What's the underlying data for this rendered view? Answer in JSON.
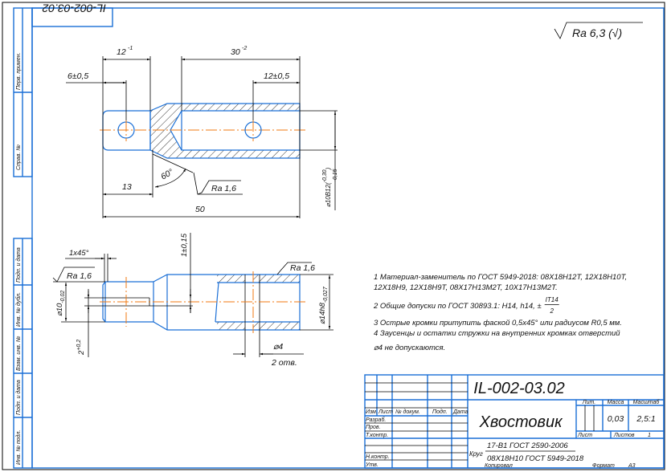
{
  "drawing": {
    "code_rotated": "IL-002-03.02",
    "roughness_general": "Ra 6,3 (√)",
    "side_strip": [
      "Перв. примен.",
      "Справ. №",
      "Подп. и дата",
      "Инв. № дубл.",
      "Взам. инв. №",
      "Подп. и дата",
      "Инв. № подл."
    ]
  },
  "top_view": {
    "dim_12": "12",
    "dim_12_tol": "-1",
    "dim_30": "30",
    "dim_30_tol": "-2",
    "dim_6": "6±0,5",
    "dim_12b": "12±0,5",
    "dim_13": "13",
    "dim_50": "50",
    "angle": "60°",
    "roughness": "Ra 1,6",
    "diameter": "⌀10В12(",
    "diameter_tol_upper": "-0,30",
    "diameter_tol_lower": "-0,15",
    "diameter_close": ")"
  },
  "bottom_view": {
    "chamfer": "1x45°",
    "roughness_left": "Ra 1,6",
    "roughness_right": "Ra 1,6",
    "dia_10": "⌀10",
    "dia_10_tol": "-0,02",
    "slot": "2",
    "slot_tol": "+0,2",
    "offset": "1±0,15",
    "dia_14": "⌀14h8",
    "dia_14_tol": "-0,027",
    "hole": "⌀4",
    "hole_count": "2 отв."
  },
  "notes": [
    "1 Материал-заменитель по ГОСТ 5949-2018: 08Х18Н12Т, 12Х18Н10Т,",
    "12Х18Н9, 12Х18Н9Т, 08Х17Н13М2Т, 10Х17Н13М2Т.",
    "2 Общие допуски по ГОСТ 30893.1: H14, h14, ±",
    "IT14",
    "2",
    "3 Острые кромки притупить фаской 0,5х45° или радиусом R0,5 мм.",
    "4 Заусенцы и остатки стружки на внутренних кромках отверстий",
    "⌀4 не допускаются."
  ],
  "title_block": {
    "designation": "IL-002-03.02",
    "name": "Хвостовик",
    "headers": [
      "Изм.",
      "Лист",
      "№ докум.",
      "Подп.",
      "Дата"
    ],
    "roles": [
      "Разраб.",
      "Пров.",
      "Т.контр.",
      "Н.контр.",
      "Утв."
    ],
    "lit_label": "Лит.",
    "mass_label": "Масса",
    "scale_label": "Масштаб",
    "mass": "0,03",
    "scale": "2,5:1",
    "sheet_label": "Лист",
    "sheets_label": "Листов",
    "sheets": "1",
    "material_prefix": "Круг",
    "material_top": "17-В1 ГОСТ 2590-2006",
    "material_bottom": "08Х18Н10 ГОСТ 5949-2018",
    "copied": "Копировал",
    "format_label": "Формат",
    "format": "A3"
  }
}
